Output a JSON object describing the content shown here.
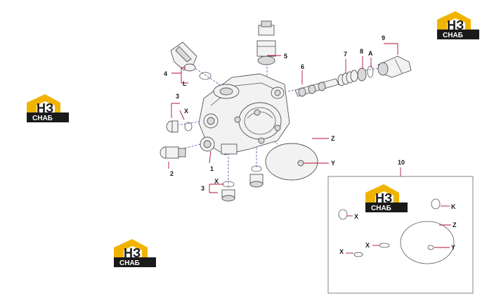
{
  "brand": {
    "line1": "НЗ",
    "line2": "СНАБ",
    "colors": {
      "accent": "#f0b400",
      "dark": "#1a1a1a",
      "white": "#ffffff"
    }
  },
  "callouts": {
    "p1": "1",
    "p2": "2",
    "p3a": "3",
    "p3b": "3",
    "p4": "4",
    "p5": "5",
    "p6": "6",
    "p7": "7",
    "p8": "8",
    "p9": "9",
    "p10": "10",
    "A": "A",
    "L": "L",
    "X1": "X",
    "X2": "X",
    "Z1": "Z",
    "Y1": "Y"
  },
  "kit": {
    "title": "10",
    "labels": {
      "X1": "X",
      "X2": "X",
      "X3": "X",
      "K": "K",
      "Z": "Z",
      "Y": "Y"
    }
  },
  "colors": {
    "leader": "#b01030",
    "axis": "#4a4aa8",
    "outline": "#555555"
  }
}
